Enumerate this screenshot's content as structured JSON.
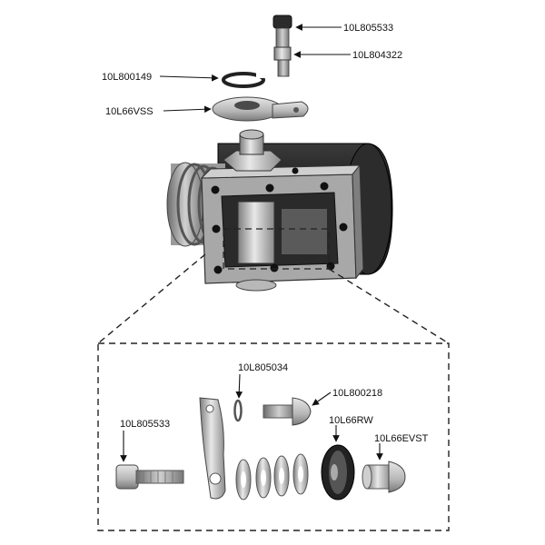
{
  "parts": {
    "top_screw": "10L805533",
    "top_stud": "10L804322",
    "retaining_ring": "10L800149",
    "switch_plate": "10L66VSS",
    "lockwasher": "10L805034",
    "roller_pin": "10L800218",
    "side_screw": "10L805533",
    "roller_wheel": "10L66RW",
    "roller_sleeve": "10L66EVST"
  },
  "colors": {
    "line": "#111111",
    "body_dark": "#1e1e1e",
    "metal_light": "#d9d9d9",
    "metal_mid": "#9a9a9a",
    "metal_dark": "#555555"
  }
}
